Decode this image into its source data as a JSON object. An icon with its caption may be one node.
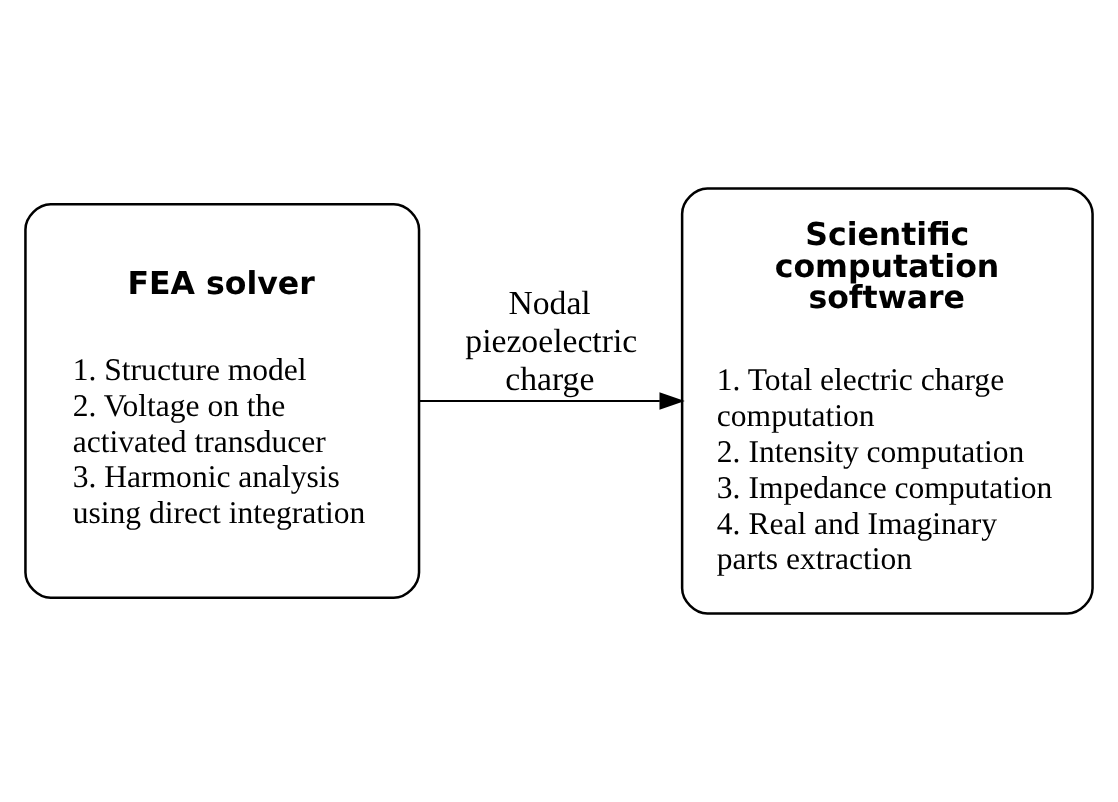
{
  "diagram": {
    "nodes": [
      {
        "text": [
          "FEA solver",
          "1. Structure model",
          "2. Voltage on the activated transducer",
          "3. Harmonic analysis using direct integration"
        ]
      },
      {
        "text": [
          "Scientific computation software",
          "1. Total electric charge computation",
          "2. Intensity computation",
          "3. Impedance computation",
          "4. Real and Imaginary parts extraction"
        ]
      }
    ],
    "edges": [
      {
        "from": 0,
        "to": 1,
        "arrow": "to",
        "label": "Nodal piezoelectric charge"
      }
    ]
  }
}
